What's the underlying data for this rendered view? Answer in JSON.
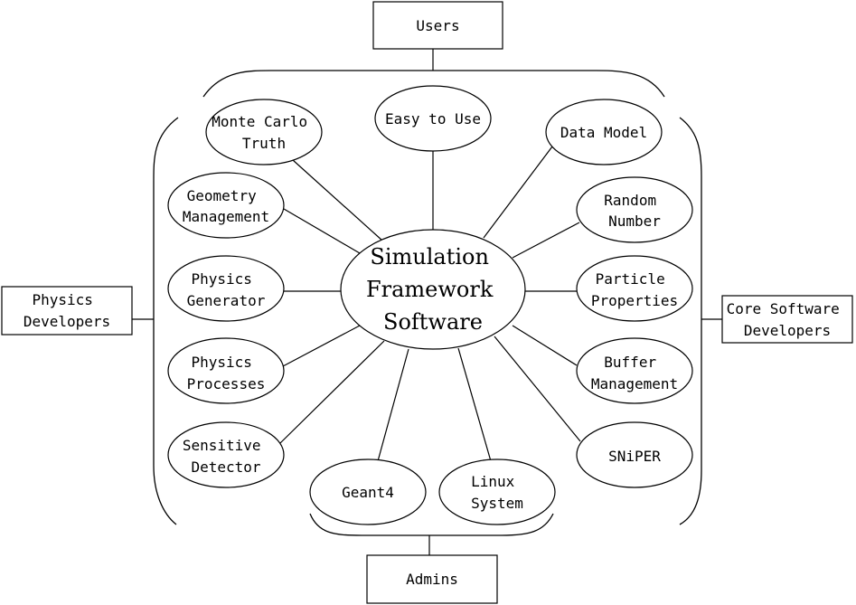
{
  "center": {
    "lines": [
      "Simulation",
      "Framework",
      "Software"
    ]
  },
  "roles": {
    "users": {
      "lines": [
        "Users"
      ]
    },
    "admins": {
      "lines": [
        "Admins"
      ]
    },
    "physics_developers": {
      "lines": [
        "Physics",
        "Developers"
      ]
    },
    "core_software_developers": {
      "lines": [
        "Core Software",
        "Developers"
      ]
    }
  },
  "components": [
    {
      "id": "monte-carlo-truth",
      "lines": [
        "Monte Carlo",
        "Truth"
      ]
    },
    {
      "id": "easy-to-use",
      "lines": [
        "Easy to Use"
      ]
    },
    {
      "id": "data-model",
      "lines": [
        "Data Model"
      ]
    },
    {
      "id": "geometry-management",
      "lines": [
        "Geometry",
        "Management"
      ]
    },
    {
      "id": "random-number",
      "lines": [
        "Random",
        "Number"
      ]
    },
    {
      "id": "physics-generator",
      "lines": [
        "Physics",
        "Generator"
      ]
    },
    {
      "id": "particle-properties",
      "lines": [
        "Particle",
        "Properties"
      ]
    },
    {
      "id": "physics-processes",
      "lines": [
        "Physics",
        "Processes"
      ]
    },
    {
      "id": "buffer-management",
      "lines": [
        "Buffer",
        "Management"
      ]
    },
    {
      "id": "sensitive-detector",
      "lines": [
        "Sensitive",
        "Detector"
      ]
    },
    {
      "id": "sniper",
      "lines": [
        "SNiPER"
      ]
    },
    {
      "id": "geant4",
      "lines": [
        "Geant4"
      ]
    },
    {
      "id": "linux-system",
      "lines": [
        "Linux",
        "System"
      ]
    }
  ]
}
